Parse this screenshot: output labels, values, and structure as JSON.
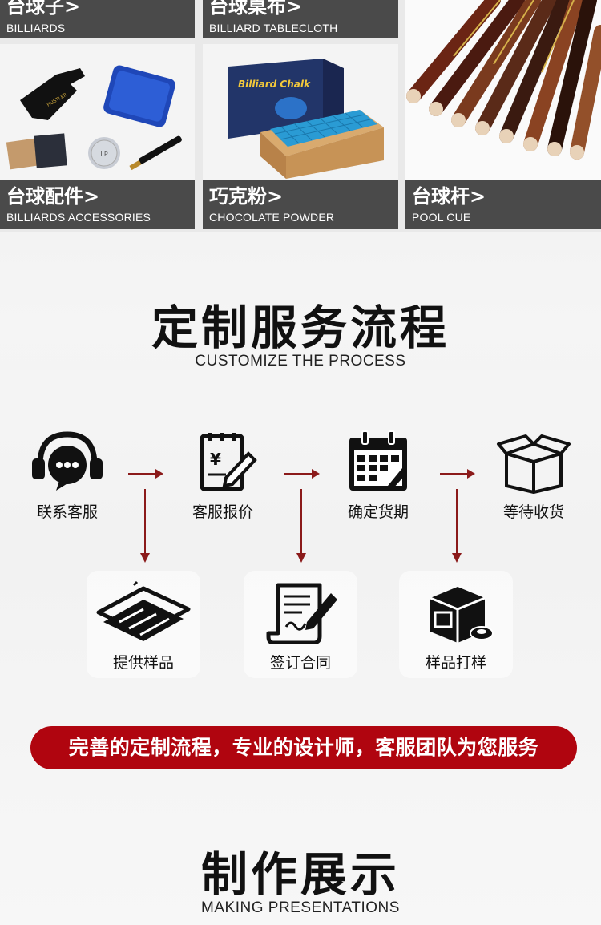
{
  "product_grid": {
    "top_row": [
      {
        "zh": "台球子>",
        "en": "BILLIARDS"
      },
      {
        "zh": "台球桌布>",
        "en": "BILLIARD TABLECLOTH"
      }
    ],
    "bottom_row": [
      {
        "zh": "台球配件>",
        "en": "BILLIARDS ACCESSORIES"
      },
      {
        "zh": "巧克粉>",
        "en": "CHOCOLATE POWDER"
      },
      {
        "zh": "台球杆>",
        "en": "POOL CUE"
      }
    ],
    "chalk_box_text": "Billiard Chalk"
  },
  "process": {
    "title": "定制服务流程",
    "subtitle": "CUSTOMIZE THE PROCESS",
    "steps_top": [
      "联系客服",
      "客服报价",
      "确定货期",
      "等待收货"
    ],
    "steps_bottom": [
      "提供样品",
      "签订合同",
      "样品打样"
    ],
    "arrow_color": "#8b1a1a",
    "banner": "完善的定制流程，专业的设计师，客服团队为您服务",
    "banner_color": "#b0050f"
  },
  "showcase": {
    "title": "制作展示",
    "subtitle": "MAKING PRESENTATIONS"
  }
}
